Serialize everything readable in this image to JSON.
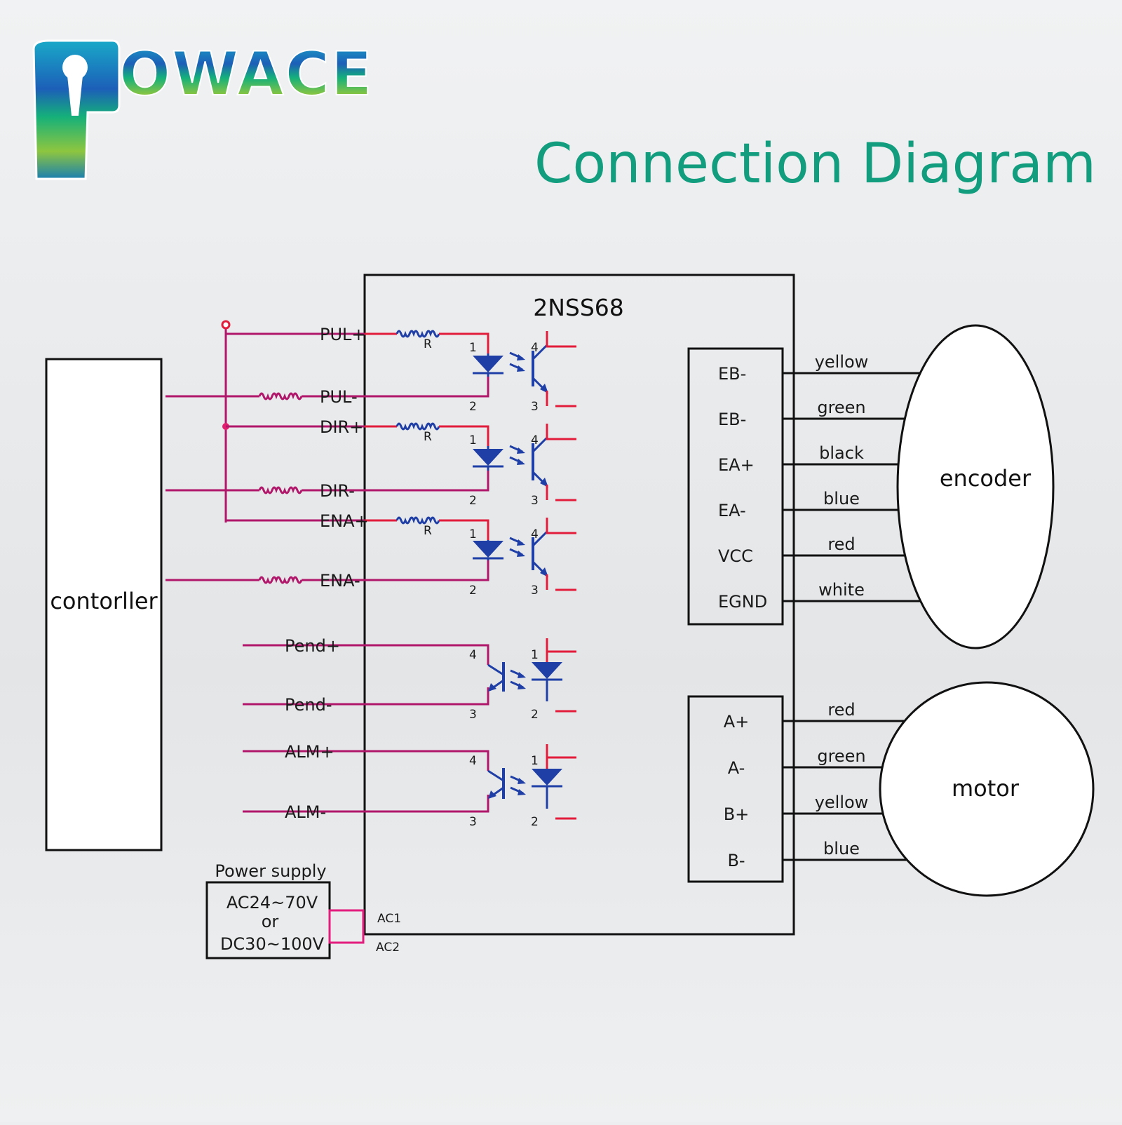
{
  "brand": {
    "logo_text": "OWACE"
  },
  "title": "Connection Diagram",
  "driver": {
    "model": "2NSS68"
  },
  "controller": {
    "label": "contorller"
  },
  "power_supply": {
    "title": "Power supply",
    "line1": "AC24~70V",
    "line2": "or",
    "line3": "DC30~100V",
    "terminal1": "AC1",
    "terminal2": "AC2"
  },
  "inputs": [
    {
      "plus": "PUL+",
      "minus": "PUL-",
      "resistor": "R"
    },
    {
      "plus": "DIR+",
      "minus": "DIR-",
      "resistor": "R"
    },
    {
      "plus": "ENA+",
      "minus": "ENA-",
      "resistor": "R"
    }
  ],
  "outputs": [
    {
      "plus": "Pend+",
      "minus": "Pend-"
    },
    {
      "plus": "ALM+",
      "minus": "ALM-"
    }
  ],
  "input_pins": [
    "1",
    "2",
    "3",
    "4"
  ],
  "output_pins": [
    "4",
    "3",
    "1",
    "2"
  ],
  "encoder": {
    "label": "encoder",
    "pins": [
      {
        "name": "EB-",
        "wire": "yellow"
      },
      {
        "name": "EB-",
        "wire": "green"
      },
      {
        "name": "EA+",
        "wire": "black"
      },
      {
        "name": "EA-",
        "wire": "blue"
      },
      {
        "name": "VCC",
        "wire": "red"
      },
      {
        "name": "EGND",
        "wire": "white"
      }
    ]
  },
  "motor": {
    "label": "motor",
    "pins": [
      {
        "name": "A+",
        "wire": "red"
      },
      {
        "name": "A-",
        "wire": "green"
      },
      {
        "name": "B+",
        "wire": "yellow"
      },
      {
        "name": "B-",
        "wire": "blue"
      }
    ]
  },
  "colors": {
    "title": "#119d7e",
    "signal_wire": "#b0166a",
    "signal_wire_right": "#e21d3c",
    "opto_blue": "#1f3fa6",
    "line": "#111111"
  }
}
